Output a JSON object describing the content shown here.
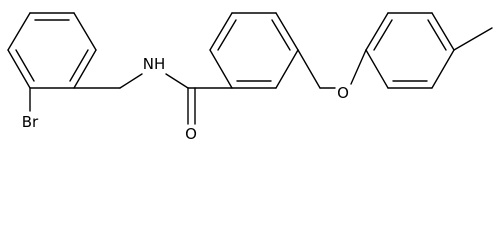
{
  "atom_labels": {
    "bromine": "Br",
    "amide_nitrogen": "NH",
    "carbonyl_oxygen": "O",
    "ether_oxygen": "O"
  }
}
